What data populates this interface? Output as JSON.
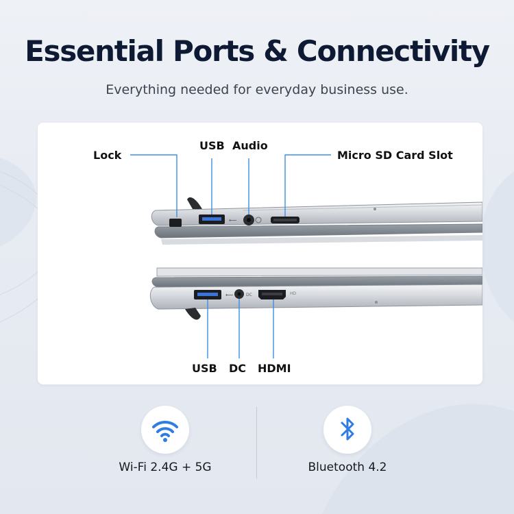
{
  "header": {
    "title": "Essential Ports & Connectivity",
    "subtitle": "Everything needed for everyday business use."
  },
  "ports": {
    "lock": "Lock",
    "usb_top": "USB",
    "audio": "Audio",
    "micro_sd": "Micro SD Card Slot",
    "usb_bottom": "USB",
    "dc": "DC",
    "hdmi": "HDMI",
    "dc_mark": "DC",
    "hd_mark": "HD"
  },
  "features": {
    "wifi": {
      "label": "Wi-Fi 2.4G + 5G",
      "icon": "wifi-icon"
    },
    "bluetooth": {
      "label": "Bluetooth 4.2",
      "icon": "bluetooth-icon"
    }
  },
  "colors": {
    "title": "#0e1a33",
    "accent_blue": "#2f7de1",
    "callout_line": "#3a8ee6"
  }
}
